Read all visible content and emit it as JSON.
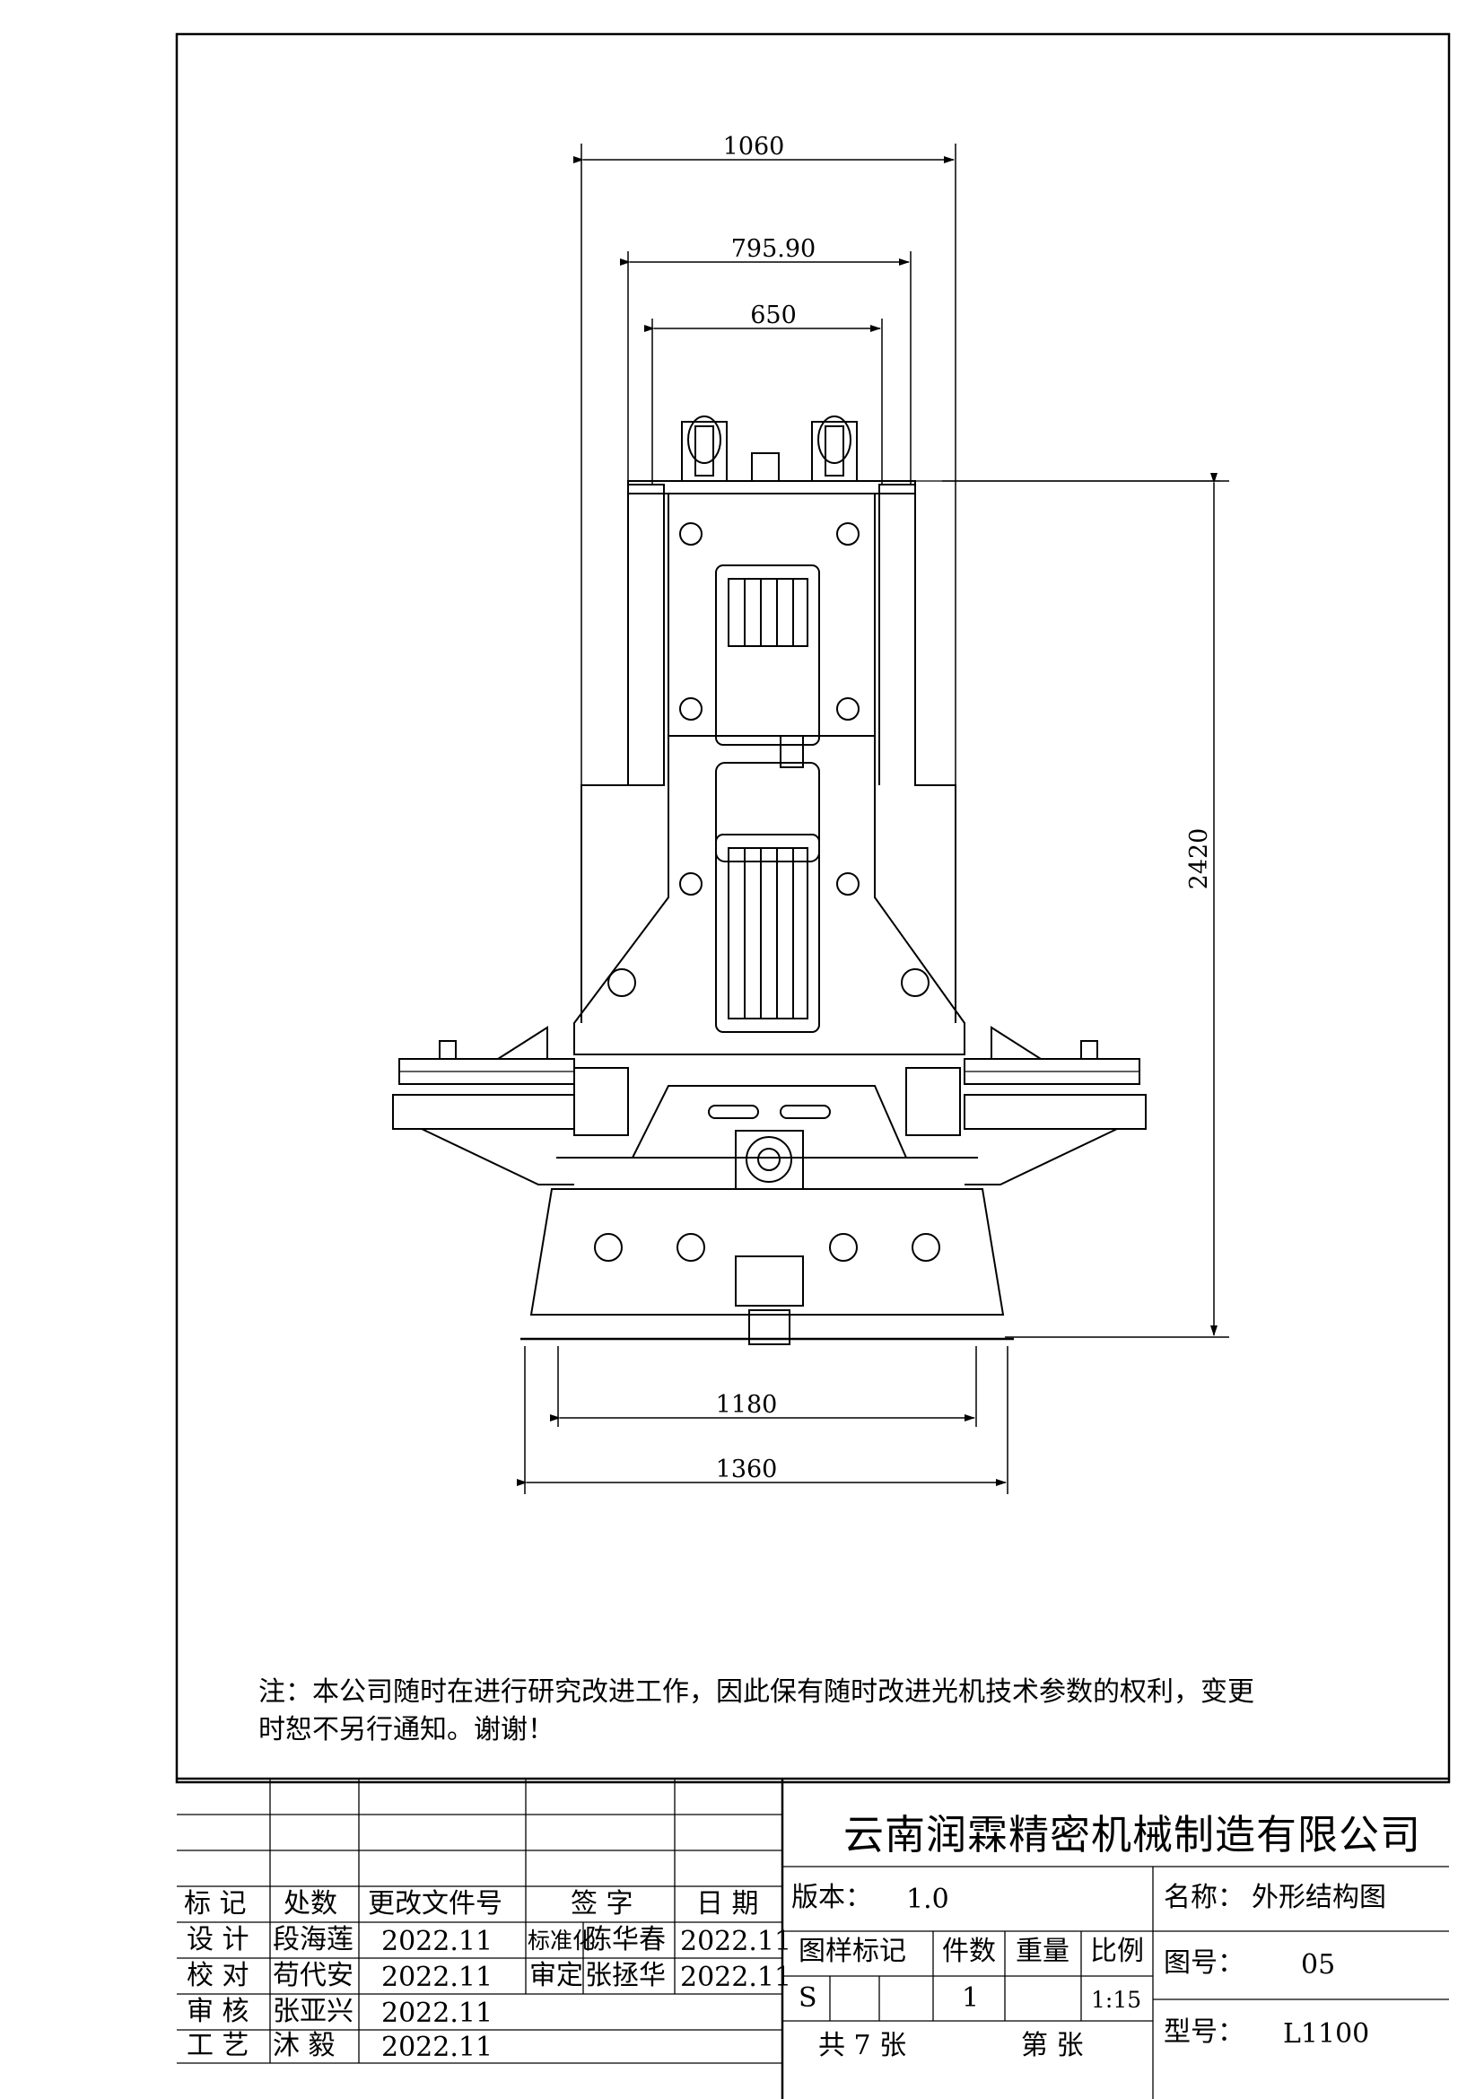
{
  "drawing": {
    "dimensions": {
      "top_width": "1060",
      "mid_width": "795.90",
      "inner_width": "650",
      "height": "2420",
      "base_width": "1180",
      "overall_width": "1360"
    }
  },
  "note": "注：本公司随时在进行研究改进工作，因此保有随时改进光机技术参数的权利，变更\n时恕不另行通知。谢谢！",
  "title_block": {
    "headers": [
      "标 记",
      "处数",
      "更改文件号",
      "签 字",
      "日 期"
    ],
    "rows": [
      {
        "role": "设 计",
        "name": "段海莲",
        "date": "2022.11"
      },
      {
        "role": "校 对",
        "name": "苟代安",
        "date": "2022.11"
      },
      {
        "role": "审 核",
        "name": "张亚兴",
        "date": "2022.11"
      },
      {
        "role": "工 艺",
        "name": "沐 毅",
        "date": "2022.11"
      }
    ],
    "approvals": [
      {
        "role": "标准化",
        "name": "陈华春",
        "date": "2022.11"
      },
      {
        "role": "审定",
        "name": "张拯华",
        "date": "2022.11"
      }
    ],
    "company": "云南润霖精密机械制造有限公司",
    "version_label": "版本：",
    "version": "1.0",
    "sample_mark_label": "图样标记",
    "quantity_label": "件数",
    "weight_label": "重量",
    "scale_label": "比例",
    "sample_mark": "S",
    "quantity": "1",
    "scale": "1:15",
    "total_sheets": "共 7 张",
    "sheet_no": "第    张",
    "name_label": "名称：",
    "name": "外形结构图",
    "drawing_no_label": "图号：",
    "drawing_no": "05",
    "model_label": "型号：",
    "model": "L1100"
  }
}
